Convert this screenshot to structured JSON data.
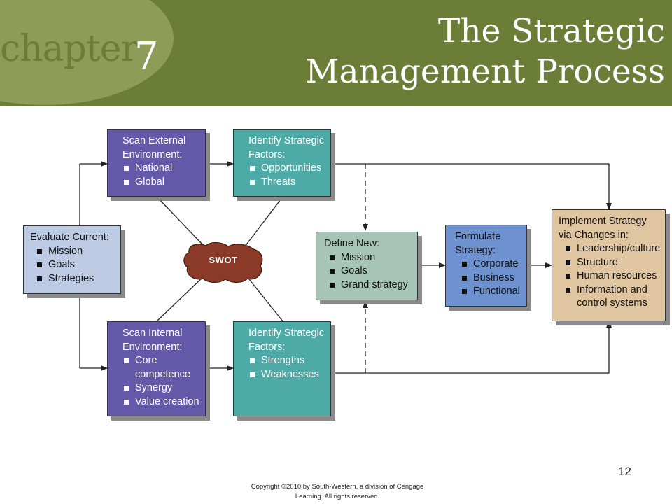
{
  "header": {
    "chapter_word": "chapter",
    "chapter_number": "7",
    "title_line1": "The Strategic",
    "title_line2": "Management Process"
  },
  "diagram": {
    "evaluate": {
      "title": "Evaluate Current:",
      "items": [
        "Mission",
        "Goals",
        "Strategies"
      ]
    },
    "scan_external": {
      "title_line1": "Scan External",
      "title_line2": "Environment:",
      "items": [
        "National",
        "Global"
      ]
    },
    "identify_opportunities": {
      "title_line1": "Identify Strategic",
      "title_line2": "Factors:",
      "items": [
        "Opportunities",
        "Threats"
      ]
    },
    "swot": "SWOT",
    "scan_internal": {
      "title_line1": "Scan Internal",
      "title_line2": "Environment:",
      "items": [
        "Core",
        "competence",
        "Synergy",
        "Value creation"
      ]
    },
    "identify_strengths": {
      "title_line1": "Identify Strategic",
      "title_line2": "Factors:",
      "items": [
        "Strengths",
        "Weaknesses"
      ]
    },
    "define_new": {
      "title": "Define New:",
      "items": [
        "Mission",
        "Goals",
        "Grand strategy"
      ]
    },
    "formulate": {
      "title_line1": "Formulate",
      "title_line2": "Strategy:",
      "items": [
        "Corporate",
        "Business",
        "Functional"
      ]
    },
    "implement": {
      "title_line1": "Implement Strategy",
      "title_line2": "via Changes in:",
      "items": [
        "Leadership/culture",
        "Structure",
        "Human resources",
        "Information and",
        "control systems"
      ]
    },
    "colors": {
      "purple": "#6459a8",
      "teal": "#4eaaa7",
      "lavender": "#bccae4",
      "sage": "#a6c5b6",
      "blue": "#6e91cf",
      "tan": "#e0c6a0",
      "swot": "#8a3a26",
      "header": "#6b7d37"
    }
  },
  "footer": {
    "page_number": "12",
    "copyright_line1": "Copyright ©2010 by South-Western, a division of Cengage",
    "copyright_line2": "Learning. All rights reserved."
  }
}
